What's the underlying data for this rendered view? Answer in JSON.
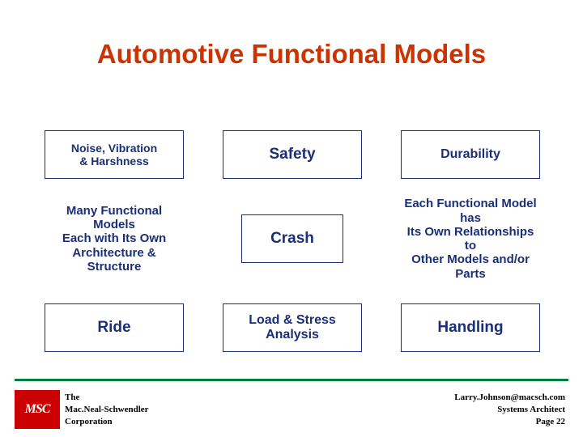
{
  "slide": {
    "title": "Automotive Functional Models",
    "cells": [
      {
        "id": "noise-vibration-harshness",
        "text": "Noise, Vibration\n& Harshness",
        "boxed": true
      },
      {
        "id": "safety",
        "text": "Safety",
        "boxed": true
      },
      {
        "id": "durability",
        "text": "Durability",
        "boxed": true
      },
      {
        "id": "many-functional-models",
        "text": "Many Functional Models\nEach with Its Own\nArchitecture & Structure",
        "boxed": false
      },
      {
        "id": "crash",
        "text": "Crash",
        "boxed": true
      },
      {
        "id": "each-functional-model",
        "text": "Each Functional Model has\nIts Own Relationships to\nOther Models and/or Parts",
        "boxed": false
      },
      {
        "id": "ride",
        "text": "Ride",
        "boxed": true
      },
      {
        "id": "load-stress-analysis",
        "text": "Load & Stress\nAnalysis",
        "boxed": true
      },
      {
        "id": "handling",
        "text": "Handling",
        "boxed": true
      }
    ],
    "footer": {
      "logo_text": "MSC",
      "left_lines": [
        "The",
        "Mac.Neal-Schwendler",
        "Corporation"
      ],
      "right_lines": [
        "Larry.Johnson@macsch.com",
        "Systems Architect",
        "Page 22"
      ]
    },
    "colors": {
      "title": "#cc3300",
      "text": "#1a2f77",
      "rule": "#008040",
      "logo": "#cc0000"
    }
  }
}
